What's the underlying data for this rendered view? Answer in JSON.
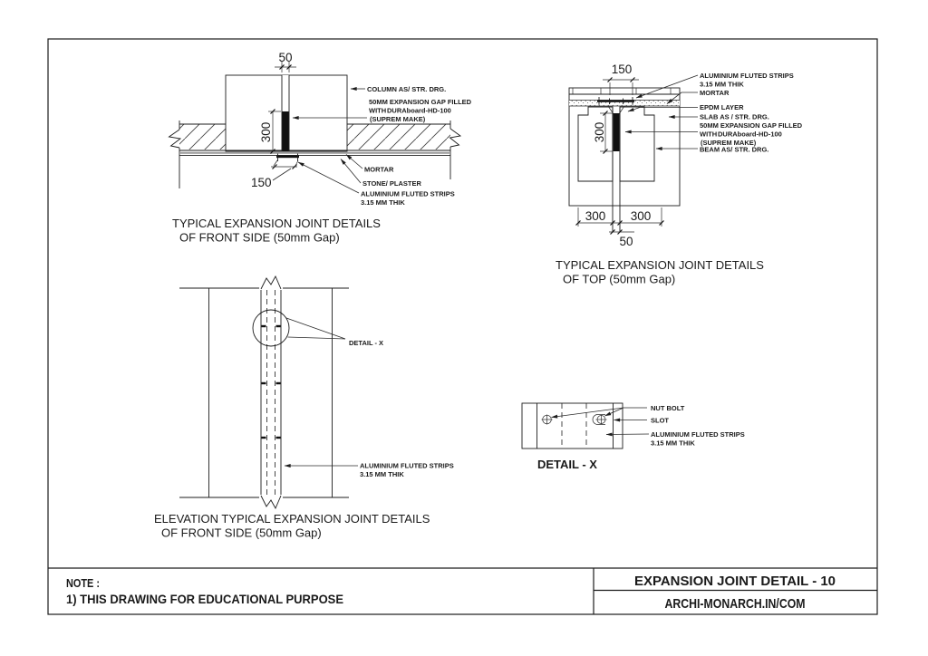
{
  "title_block": {
    "note_label": "NOTE :",
    "note_text": "1) THIS DRAWING FOR EDUCATIONAL PURPOSE",
    "drawing_title": "EXPANSION JOINT DETAIL - 10",
    "website": "ARCHI-MONARCH.IN/COM"
  },
  "front_side": {
    "caption1": "TYPICAL EXPANSION JOINT DETAILS",
    "caption2": "OF FRONT SIDE (50mm Gap)",
    "dim_gap": "50",
    "dim_depth": "300",
    "dim_strip": "150",
    "label_column": "COLUMN AS/ STR. DRG.",
    "label_gap1": "50MM EXPANSION GAP FILLED",
    "label_gap2a": "WITH",
    "label_gap2b": "DURAboard-HD-100",
    "label_gap3": "(SUPREM MAKE)",
    "label_mortar": "MORTAR",
    "label_stone": "STONE/ PLASTER",
    "label_strip1": "ALUMINIUM FLUTED STRIPS",
    "label_strip2": "3.15 MM THIK"
  },
  "top_view": {
    "caption1": "TYPICAL EXPANSION JOINT DETAILS",
    "caption2": "OF TOP (50mm Gap)",
    "dim_strip": "150",
    "dim_depth": "300",
    "dim_left": "300",
    "dim_right": "300",
    "dim_gap": "50",
    "label_strip1": "ALUMINIUM FLUTED STRIPS",
    "label_strip2": "3.15 MM THIK",
    "label_mortar": "MORTAR",
    "label_epdm": "EPDM LAYER",
    "label_slab": "SLAB AS / STR. DRG.",
    "label_gap1": "50MM EXPANSION GAP FILLED",
    "label_gap2a": "WITH",
    "label_gap2b": "DURAboard-HD-100",
    "label_gap3": "(SUPREM MAKE)",
    "label_beam": "BEAM AS/ STR. DRG."
  },
  "elevation": {
    "caption1": "ELEVATION TYPICAL EXPANSION JOINT DETAILS",
    "caption2": "OF FRONT SIDE (50mm Gap)",
    "label_detail": "DETAIL - X",
    "label_strip1": "ALUMINIUM FLUTED STRIPS",
    "label_strip2": "3.15 MM THIK"
  },
  "detail_x": {
    "caption": "DETAIL - X",
    "label_nut_bolt": "NUT BOLT",
    "label_slot": "SLOT",
    "label_strip1": "ALUMINIUM FLUTED STRIPS",
    "label_strip2": "3.15 MM THIK"
  },
  "colors": {
    "line": "#1c1c1c",
    "filler": "#111111",
    "paper": "#ffffff"
  }
}
